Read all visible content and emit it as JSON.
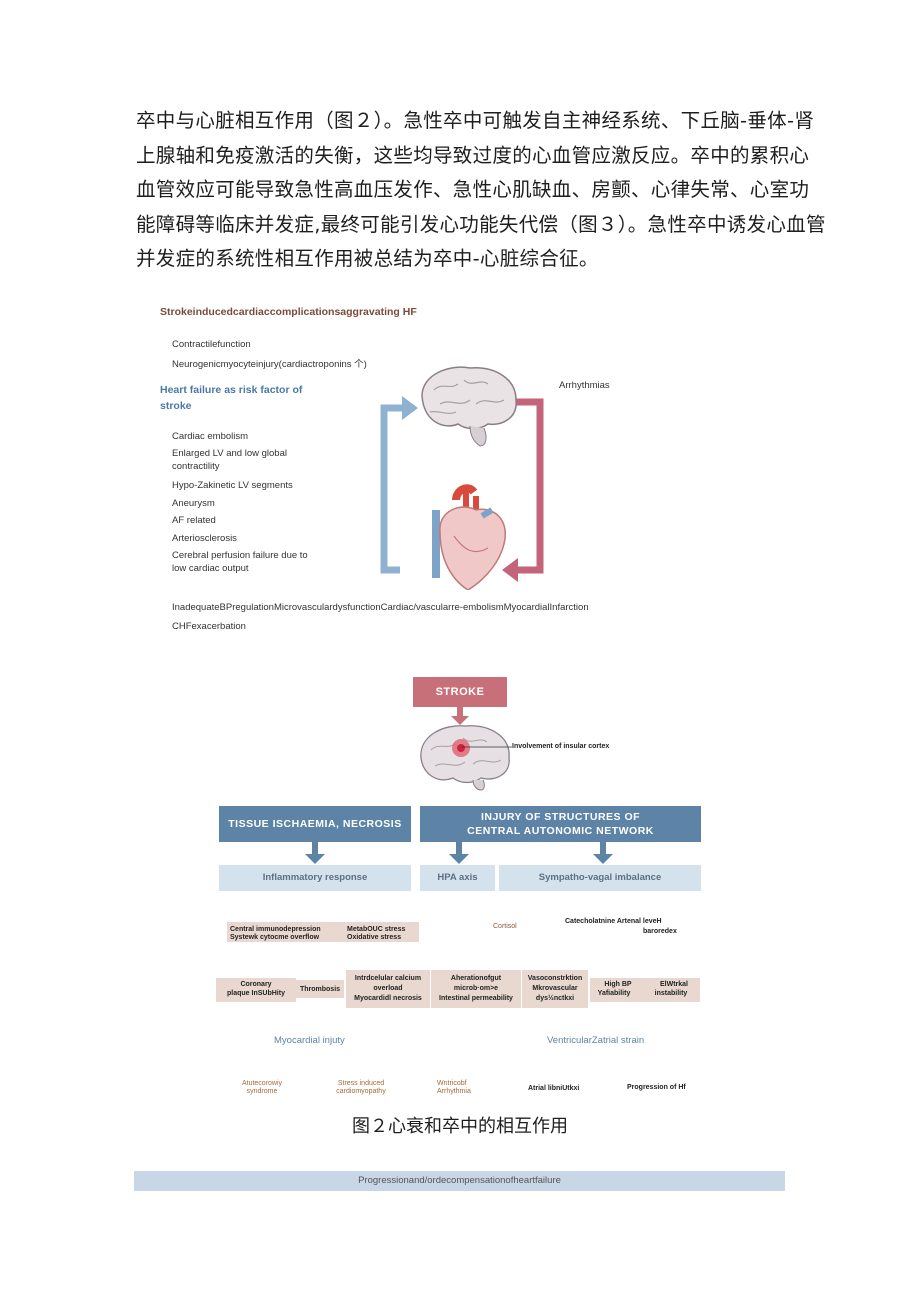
{
  "paragraph": {
    "lines": [
      "卒中与心脏相互作用（图２）。急性卒中可触发自主神经系统、下丘脑-垂体-肾",
      "上腺轴和免疫激活的失衡，这些均导致过度的心血管应激反应。卒中的累积心",
      "血管效应可能导致急性高血压发作、急性心肌缺血、房颤、心律失常、心室功",
      "能障碍等临床并发症,最终可能引发心功能失代偿（图３）。急性卒中诱发心血管",
      "并发症的系统性相互作用被总结为卒中-心脏综合征。"
    ]
  },
  "figure1": {
    "title": "Strokeinducedcardiaccomplicationsaggravating HF",
    "top_items": [
      "Contractilefunction",
      "Neurogenicmyocyteinjury(cardiactroponins 个)"
    ],
    "hf_title": "Heart failure as risk factor of stroke",
    "arrhythmias": "Arrhythmias",
    "items": [
      "Cardiac embolism",
      "Enlarged LV and low global contractility",
      "Hypo-Zakinetic LV segments",
      "Aneurysm",
      "AF related",
      "Arteriosclerosis",
      "Cerebral perfusion failure due to low cardiac output"
    ],
    "bottom_line": "InadequateBPregulationMicrovasculardysfunctionCardiac/vascularre-embolismMyocardialInfarction",
    "bottom_line2": "CHFexacerbation",
    "colors": {
      "blue_arrow": "#8fb2d3",
      "red_arrow": "#c4647a"
    }
  },
  "figure2": {
    "stroke": "STROKE",
    "insular": "Involvement of insular cortex",
    "tissue": "TISSUE ISCHAEMIA, NECROSIS",
    "injury_line1": "INJURY OF STRUCTURES OF",
    "injury_line2": "CENTRAL AUTONOMIC NETWORK",
    "inflammatory": "Inflammatory response",
    "hpa": "HPA axis",
    "sympatho": "Sympatho-vagal imbalance",
    "central_immuno": "Central immunodepression",
    "systemic_cyto": "Systewk cytocme overflow",
    "metabolic": "MetabOUC stress",
    "oxidative": "Oxidative stress",
    "cortisol": "Cortisol",
    "catechol": "Catecholatnine Artenal leveH",
    "baroredex": "baroredex",
    "coronary1": "Coronary",
    "coronary2": "plaque InSUbHity",
    "thrombosis": "Thrombosis",
    "intra1": "Intrdcelular calcium",
    "intra2": "overload",
    "intra3": "Myocardidl necrosis",
    "alter1": "Aherationofgut",
    "alter2": "microb·om>e",
    "alter3": "Intestinal permeability",
    "vaso1": "Vasoconstrktion",
    "vaso2": "Mkrovascular",
    "vaso3": "dys½nctkxi",
    "highbp1": "High BP",
    "highbp2": "Yafiability",
    "elec1": "ElWtrkal",
    "elec2": "instability",
    "myocardial_injury": "Myocardial injuty",
    "ventricular": "VentricularZatrial strain",
    "acute_coronary1": "Atutecorowiy",
    "acute_coronary2": "syndrome",
    "stress1": "Stress induced",
    "stress2": "cardiomyopathy",
    "ventric_arr1": "Wntricobf",
    "ventric_arr2": "Arrhythmia",
    "atrial": "Atrial libniUtkxi",
    "progression_hf": "Progression of Hf",
    "colors": {
      "stroke_box": "#c8707a",
      "header_blue": "#5d84a7",
      "light_blue": "#d4e2ee",
      "tan": "#e8d8cf",
      "arrow_blue": "#5d84a7"
    }
  },
  "caption": "图２心衰和卒中的相互作用",
  "footer": "Progressionand/ordecompensationofheartfailure"
}
